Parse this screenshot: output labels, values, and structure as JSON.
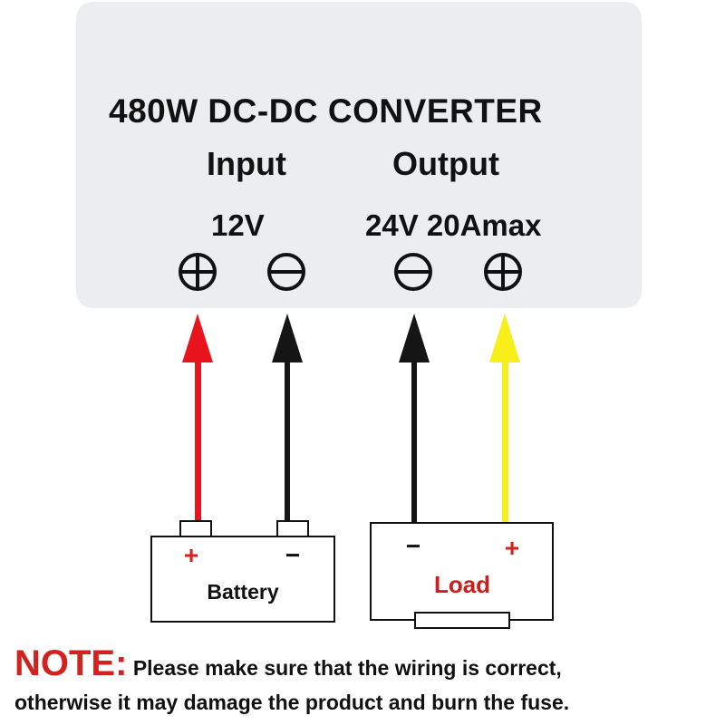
{
  "header": {
    "title": "480W DC-DC  CONVERTER",
    "input_label": "Input",
    "output_label": "Output",
    "input_voltage": "12V",
    "output_rating": "24V 20Amax"
  },
  "terminals": {
    "input_positive": "⊕",
    "input_negative": "⊖",
    "output_negative": "⊖",
    "output_positive": "⊕"
  },
  "battery": {
    "label": "Battery",
    "plus": "+",
    "minus": "−"
  },
  "load": {
    "label": "Load",
    "plus": "+",
    "minus": "−"
  },
  "note": {
    "prefix": "NOTE:",
    "line1": " Please make sure that the wiring is correct,",
    "line2": "otherwise it may damage the product and burn the fuse."
  },
  "colors": {
    "positive_wire": "#e8141c",
    "negative_wire": "#151515",
    "output_positive_wire": "#f7ee1a",
    "note_accent": "#d3211f",
    "load_label": "#c9201e",
    "panel": "#ebedee"
  },
  "icons": [
    "plus-terminal-icon",
    "minus-terminal-icon",
    "arrow-up-icon"
  ]
}
